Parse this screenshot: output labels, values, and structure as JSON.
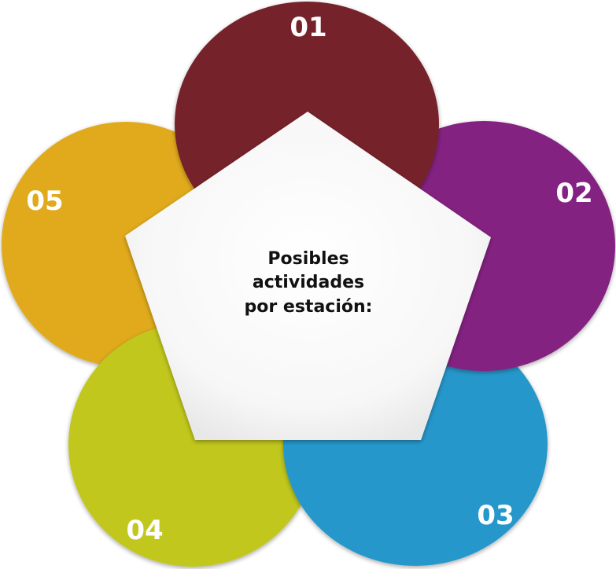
{
  "center": {
    "line1": "Posibles",
    "line2": "actividades",
    "line3": "por estación:"
  },
  "petals": [
    {
      "label": "01",
      "color": "#76232c"
    },
    {
      "label": "02",
      "color": "#842081"
    },
    {
      "label": "03",
      "color": "#2697cb"
    },
    {
      "label": "04",
      "color": "#c1c71f"
    },
    {
      "label": "05",
      "color": "#e0aa1f"
    }
  ]
}
